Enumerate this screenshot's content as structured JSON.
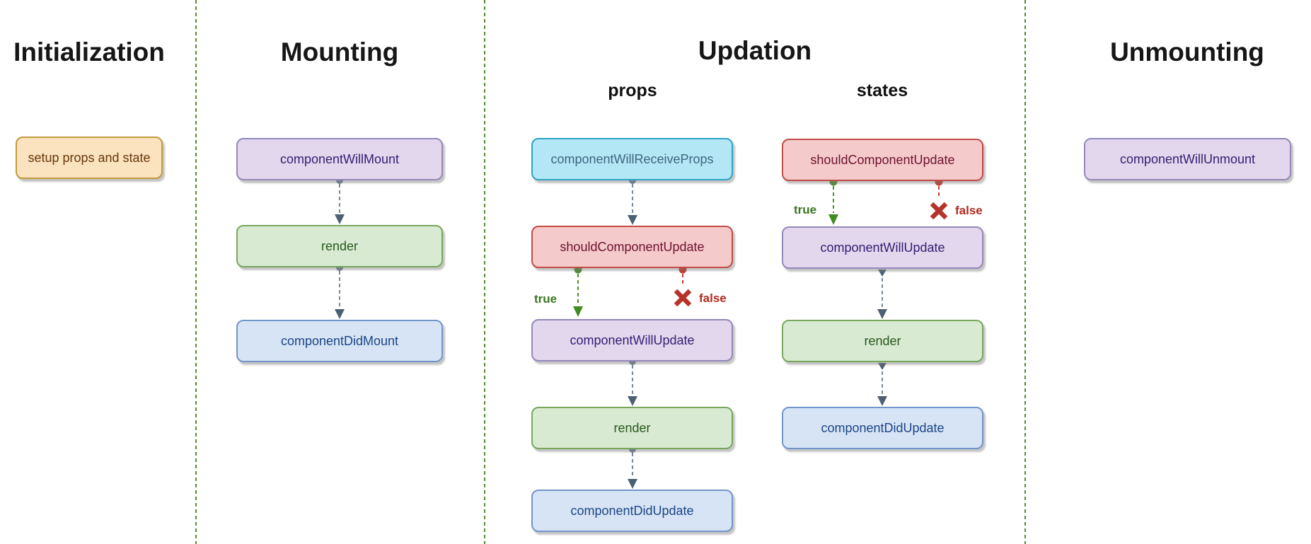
{
  "sections": [
    {
      "title": "Initialization"
    },
    {
      "title": "Mounting"
    },
    {
      "title": "Updation",
      "subsections": [
        {
          "title": "props"
        },
        {
          "title": "states"
        }
      ]
    },
    {
      "title": "Unmounting"
    }
  ],
  "nodes": {
    "setup_props_and_state": {
      "label": "setup props and state"
    },
    "component_will_mount": {
      "label": "componentWillMount"
    },
    "render_mounting": {
      "label": "render"
    },
    "component_did_mount": {
      "label": "componentDidMount"
    },
    "component_will_receive_props": {
      "label": "componentWillReceiveProps"
    },
    "should_component_update_props": {
      "label": "shouldComponentUpdate"
    },
    "component_will_update_props": {
      "label": "componentWillUpdate"
    },
    "render_props": {
      "label": "render"
    },
    "component_did_update_props": {
      "label": "componentDidUpdate"
    },
    "should_component_update_states": {
      "label": "shouldComponentUpdate"
    },
    "component_will_update_states": {
      "label": "componentWillUpdate"
    },
    "render_states": {
      "label": "render"
    },
    "component_did_update_states": {
      "label": "componentDidUpdate"
    },
    "component_will_unmount": {
      "label": "componentWillUnmount"
    }
  },
  "branches": {
    "true_label": "true",
    "false_label": "false"
  },
  "icons": {
    "false_branch": "x-icon"
  },
  "palette": {
    "orange": {
      "fill": "#fce3c0",
      "border": "#c19b3c",
      "text": "#66380c"
    },
    "purple": {
      "fill": "#e2d7ec",
      "border": "#9588ba",
      "text": "#351c75"
    },
    "green_node": {
      "fill": "#d9ead3",
      "border": "#77a75c",
      "text": "#27591c"
    },
    "blue": {
      "fill": "#d7e4f5",
      "border": "#7295c9",
      "text": "#1c4587"
    },
    "cyan": {
      "fill": "#b3e7f5",
      "border": "#2ba4c4",
      "text": "#3e6680"
    },
    "red_node": {
      "fill": "#f5caca",
      "border": "#c14b45",
      "text": "#6e1231"
    },
    "separator_green": "#578b34",
    "connector_slate": "#76889b",
    "arrowhead_slate": "#4d5f73",
    "true_green": "#38761d",
    "false_red": "#b22b1f",
    "x_mark_red": "#b5332a",
    "title_color": "#161616",
    "background": "#ffffff"
  }
}
